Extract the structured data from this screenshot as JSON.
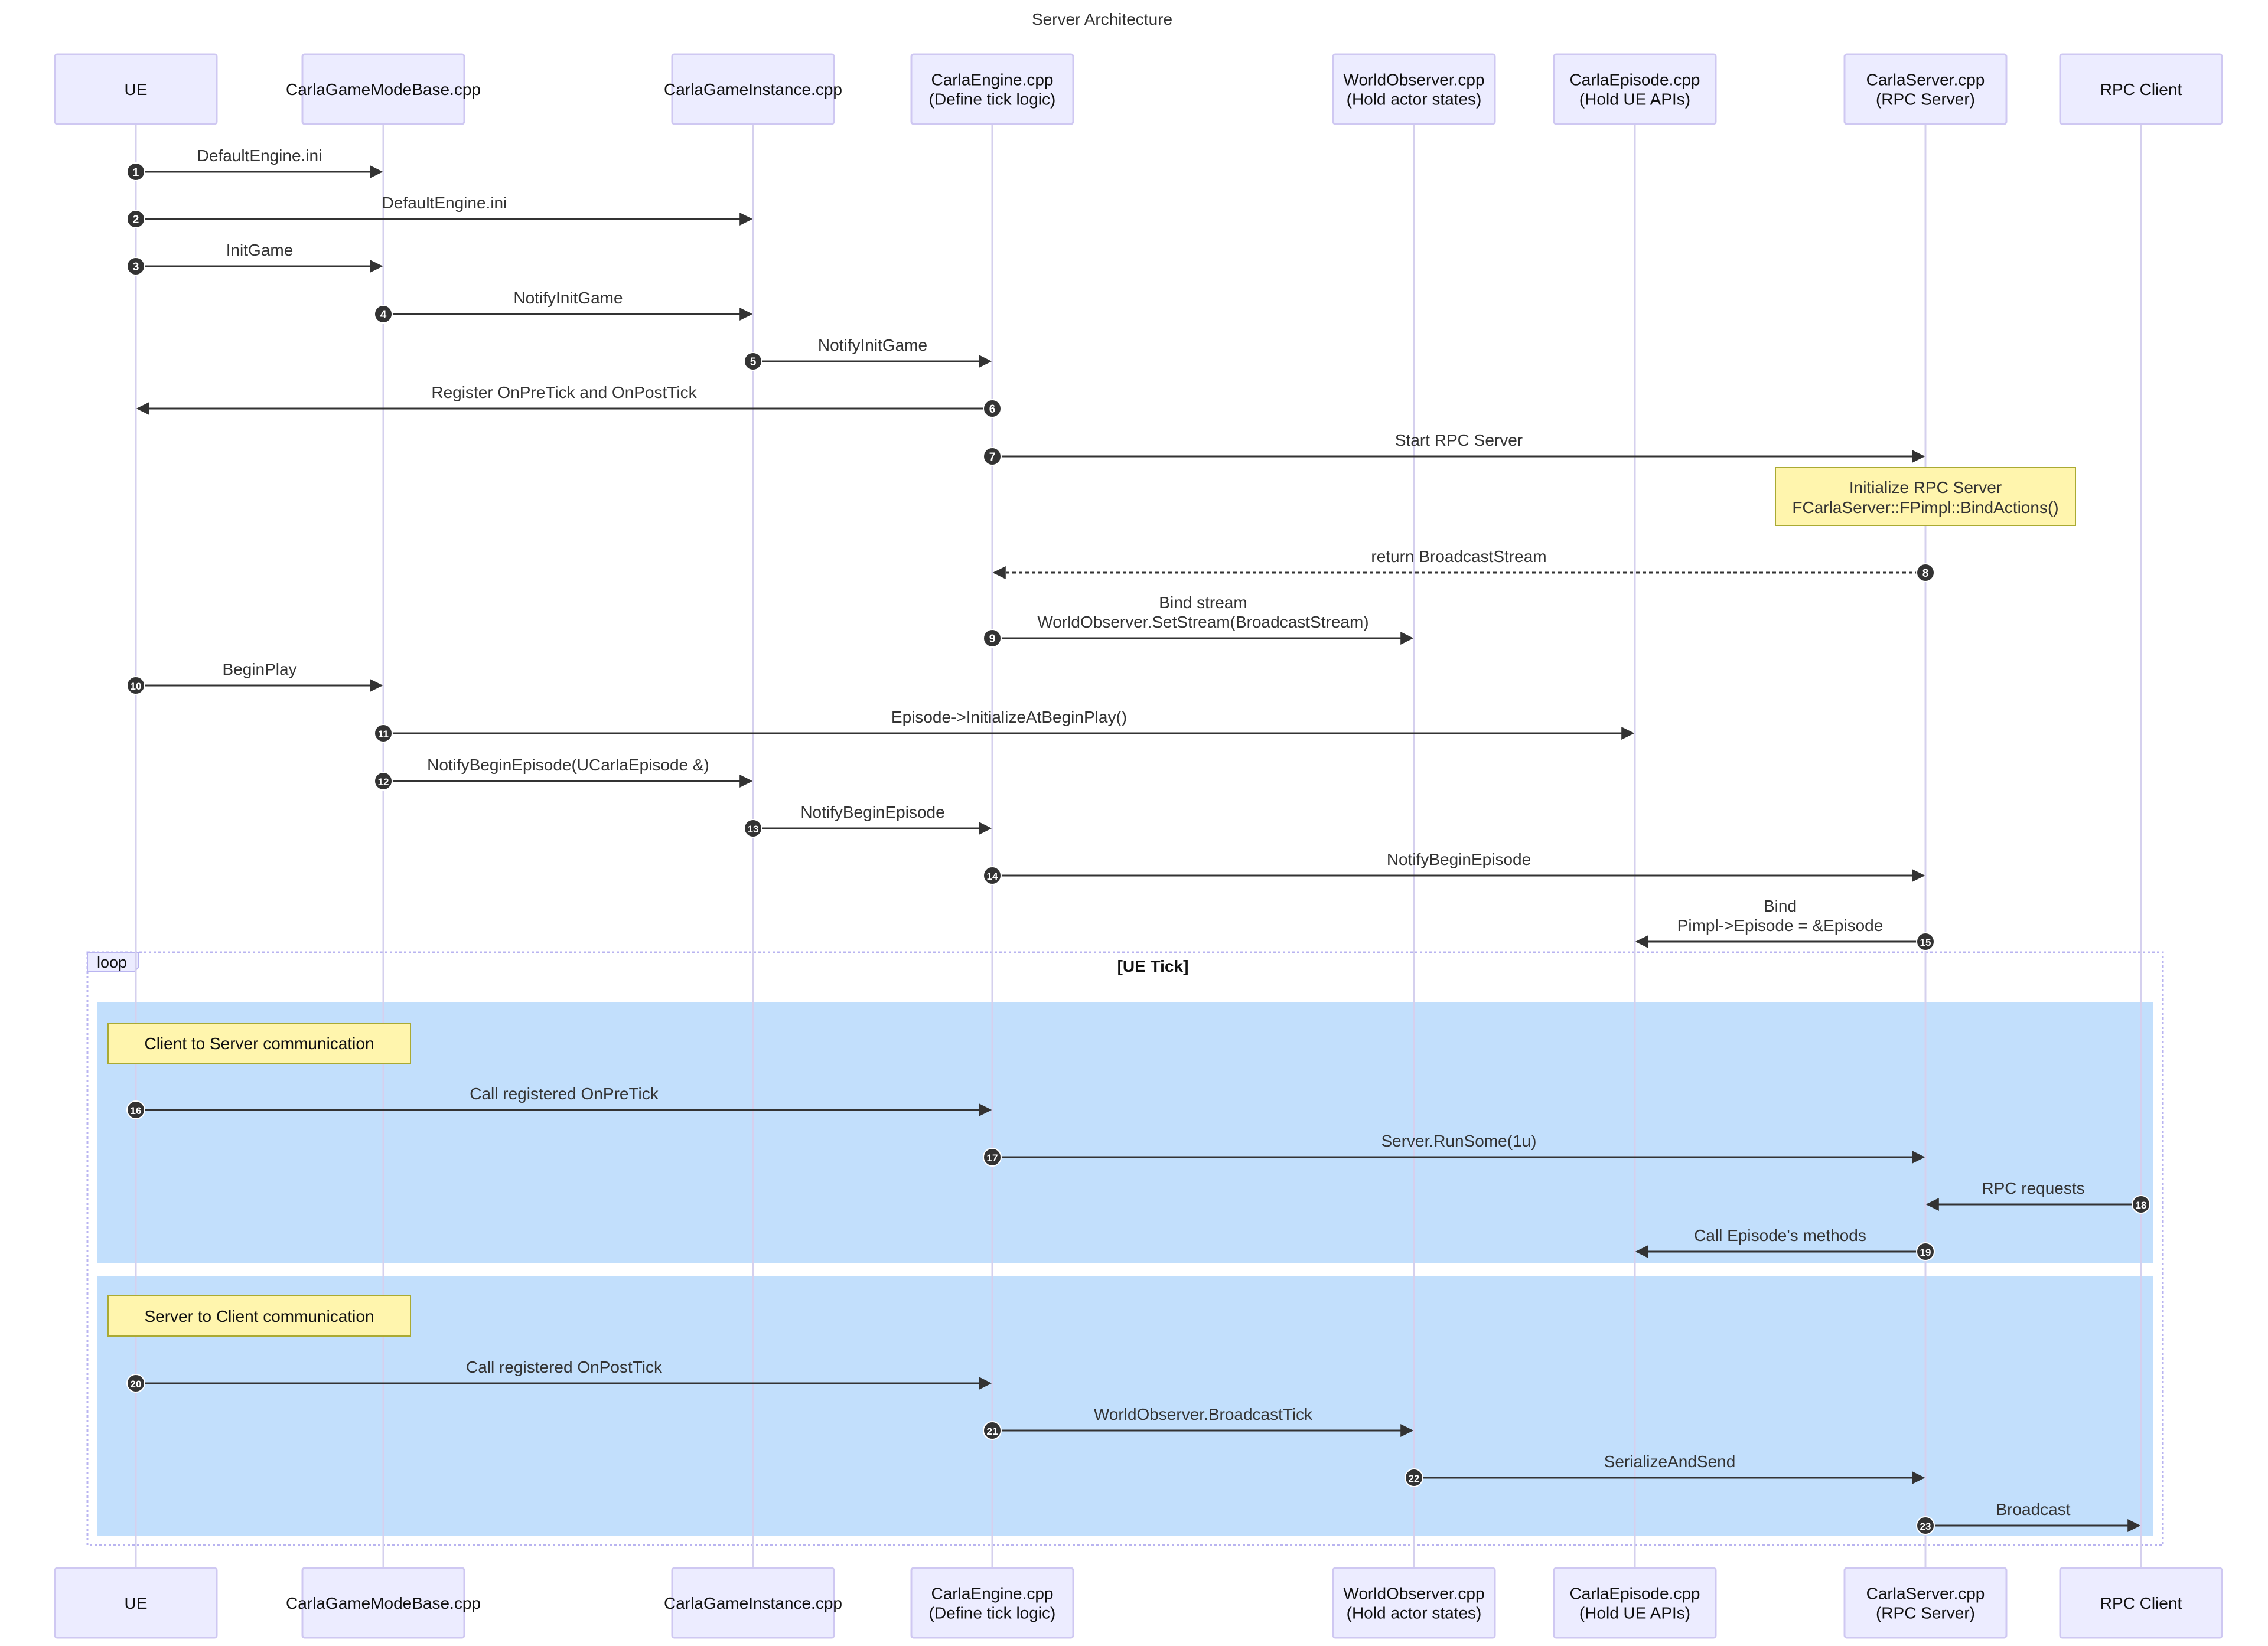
{
  "title": "Server Architecture",
  "participants": [
    {
      "id": "ue",
      "lines": [
        "UE"
      ]
    },
    {
      "id": "gamemode",
      "lines": [
        "CarlaGameModeBase.cpp"
      ]
    },
    {
      "id": "gameinstance",
      "lines": [
        "CarlaGameInstance.cpp"
      ]
    },
    {
      "id": "engine",
      "lines": [
        "CarlaEngine.cpp",
        "(Define tick logic)"
      ]
    },
    {
      "id": "observer",
      "lines": [
        "WorldObserver.cpp",
        "(Hold actor states)"
      ]
    },
    {
      "id": "episode",
      "lines": [
        "CarlaEpisode.cpp",
        "(Hold UE APIs)"
      ]
    },
    {
      "id": "server",
      "lines": [
        "CarlaServer.cpp",
        "(RPC Server)"
      ]
    },
    {
      "id": "client",
      "lines": [
        "RPC Client"
      ]
    }
  ],
  "messages": [
    {
      "n": "1",
      "from": "ue",
      "to": "gamemode",
      "label": [
        "DefaultEngine.ini"
      ],
      "dashed": false
    },
    {
      "n": "2",
      "from": "ue",
      "to": "gameinstance",
      "label": [
        "DefaultEngine.ini"
      ],
      "dashed": false
    },
    {
      "n": "3",
      "from": "ue",
      "to": "gamemode",
      "label": [
        "InitGame"
      ],
      "dashed": false
    },
    {
      "n": "4",
      "from": "gamemode",
      "to": "gameinstance",
      "label": [
        "NotifyInitGame"
      ],
      "dashed": false
    },
    {
      "n": "5",
      "from": "gameinstance",
      "to": "engine",
      "label": [
        "NotifyInitGame"
      ],
      "dashed": false
    },
    {
      "n": "6",
      "from": "engine",
      "to": "ue",
      "label": [
        "Register OnPreTick and OnPostTick"
      ],
      "dashed": false
    },
    {
      "n": "7",
      "from": "engine",
      "to": "server",
      "label": [
        "Start RPC Server"
      ],
      "dashed": false
    },
    {
      "n": "8",
      "from": "server",
      "to": "engine",
      "label": [
        "return BroadcastStream"
      ],
      "dashed": true
    },
    {
      "n": "9",
      "from": "engine",
      "to": "observer",
      "label": [
        "Bind stream",
        "WorldObserver.SetStream(BroadcastStream)"
      ],
      "dashed": false
    },
    {
      "n": "10",
      "from": "ue",
      "to": "gamemode",
      "label": [
        "BeginPlay"
      ],
      "dashed": false
    },
    {
      "n": "11",
      "from": "gamemode",
      "to": "episode",
      "label": [
        "Episode->InitializeAtBeginPlay()"
      ],
      "dashed": false
    },
    {
      "n": "12",
      "from": "gamemode",
      "to": "gameinstance",
      "label": [
        "NotifyBeginEpisode(UCarlaEpisode &)"
      ],
      "dashed": false
    },
    {
      "n": "13",
      "from": "gameinstance",
      "to": "engine",
      "label": [
        "NotifyBeginEpisode"
      ],
      "dashed": false
    },
    {
      "n": "14",
      "from": "engine",
      "to": "server",
      "label": [
        "NotifyBeginEpisode"
      ],
      "dashed": false
    },
    {
      "n": "15",
      "from": "server",
      "to": "episode",
      "label": [
        "Bind",
        "Pimpl->Episode = &Episode"
      ],
      "dashed": false
    },
    {
      "n": "16",
      "from": "ue",
      "to": "engine",
      "label": [
        "Call registered OnPreTick"
      ],
      "dashed": false
    },
    {
      "n": "17",
      "from": "engine",
      "to": "server",
      "label": [
        "Server.RunSome(1u)"
      ],
      "dashed": false
    },
    {
      "n": "18",
      "from": "client",
      "to": "server",
      "label": [
        "RPC requests"
      ],
      "dashed": false
    },
    {
      "n": "19",
      "from": "server",
      "to": "episode",
      "label": [
        "Call Episode's methods"
      ],
      "dashed": false
    },
    {
      "n": "20",
      "from": "ue",
      "to": "engine",
      "label": [
        "Call registered OnPostTick"
      ],
      "dashed": false
    },
    {
      "n": "21",
      "from": "engine",
      "to": "observer",
      "label": [
        "WorldObserver.BroadcastTick"
      ],
      "dashed": false
    },
    {
      "n": "22",
      "from": "observer",
      "to": "server",
      "label": [
        "SerializeAndSend"
      ],
      "dashed": false
    },
    {
      "n": "23",
      "from": "server",
      "to": "client",
      "label": [
        "Broadcast"
      ],
      "dashed": false
    }
  ],
  "server_note": [
    "Initialize RPC Server",
    "FCarlaServer::FPimpl::BindActions()"
  ],
  "loop": {
    "keyword": "loop",
    "condition": "[UE Tick]"
  },
  "regions": [
    {
      "id": "client-to-server",
      "note": "Client to Server communication"
    },
    {
      "id": "server-to-client",
      "note": "Server to Client communication"
    }
  ],
  "colors": {
    "participant_fill": "#ECECFF",
    "participant_border": "#CFC8F2",
    "lifeline": "#D5D0EE",
    "arrow": "#333333",
    "badge": "#333333",
    "note_fill": "#FFF5AD",
    "note_border": "#AAAA33",
    "region_fill": "#C2DFFC",
    "loop_border": "#B9B4F0"
  }
}
